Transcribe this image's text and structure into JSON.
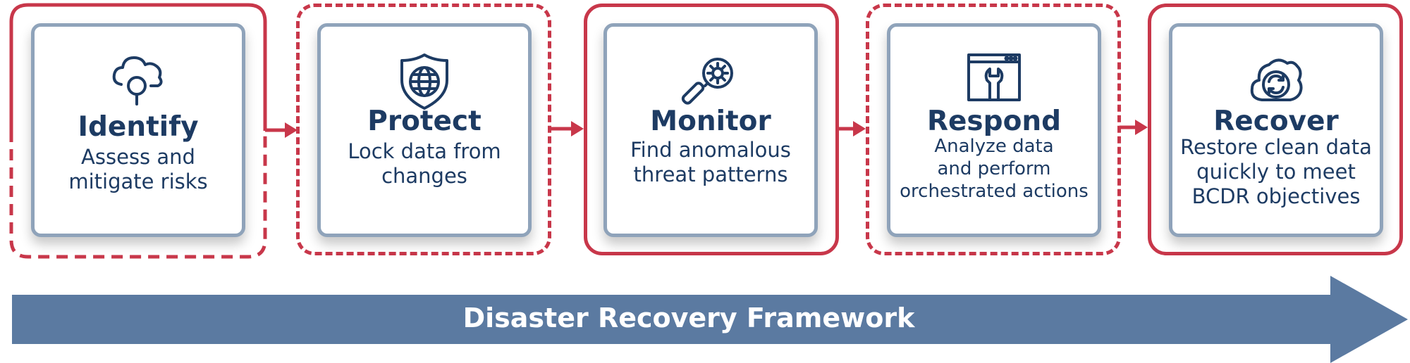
{
  "colors": {
    "frame": "#c8374a",
    "card_border": "#8fa3ba",
    "text": "#1d3b63",
    "banner": "#5b7aa1"
  },
  "stages": [
    {
      "title": "Identify",
      "description": "Assess and\nmitigate risks",
      "icon": "cloud-search-icon"
    },
    {
      "title": "Protect",
      "description": "Lock data from\nchanges",
      "icon": "shield-globe-icon"
    },
    {
      "title": "Monitor",
      "description": "Find anomalous\nthreat patterns",
      "icon": "magnifier-gear-icon"
    },
    {
      "title": "Respond",
      "description": "Analyze data\nand perform\norchestrated actions",
      "icon": "browser-wrench-icon"
    },
    {
      "title": "Recover",
      "description": "Restore clean data\nquickly to meet\nBCDR objectives",
      "icon": "cloud-sync-icon"
    }
  ],
  "banner": {
    "label": "Disaster Recovery Framework"
  }
}
